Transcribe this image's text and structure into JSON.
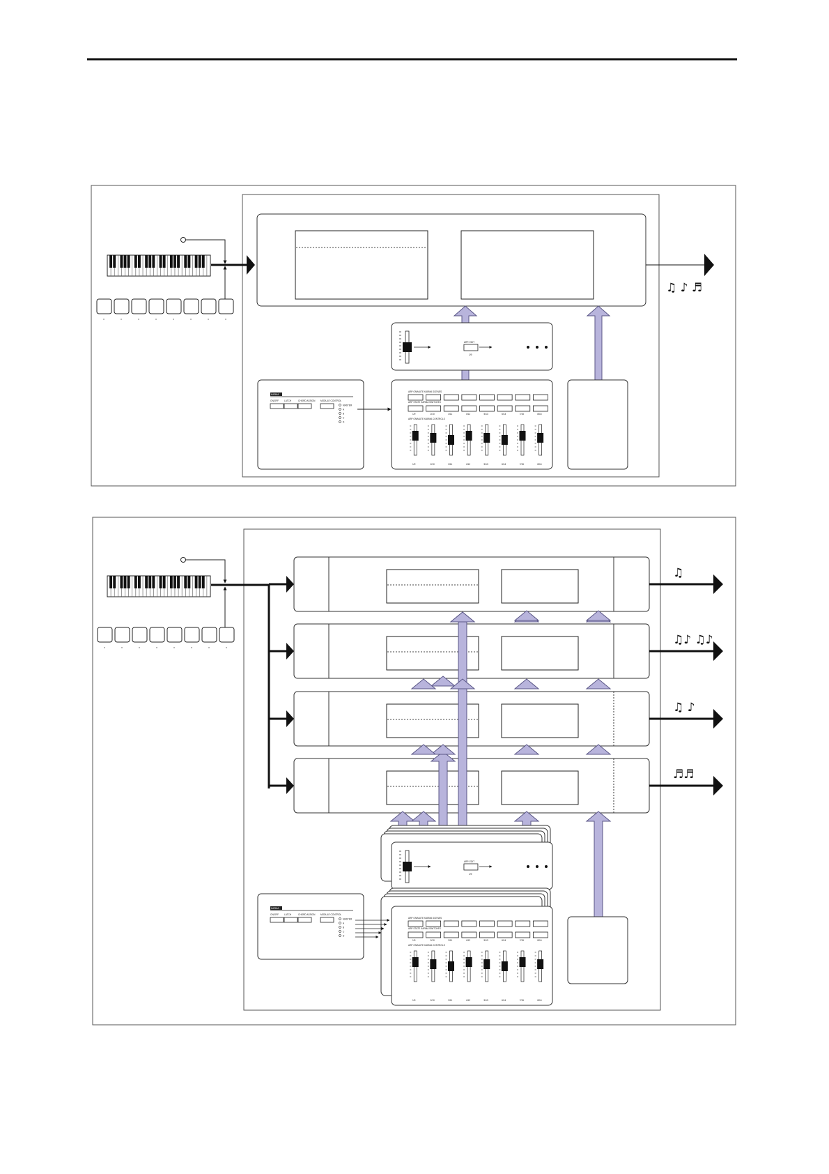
{
  "page": {
    "title": "",
    "caption": ""
  },
  "panel_labels": {
    "arp_mute_row": "ARP ON/MUTE  KARMA SCENES",
    "arp_solo_row": "ARP STATE  KARMA SWITCHES",
    "slider_row": "ARP ON/MUTE  KARMA CONTROLS",
    "rt_label": "ARP. EDIT",
    "control_header": "KARMA",
    "control_buttons": [
      "ON/OFF",
      "LATCH",
      "CHORD ASSIGN",
      "MODULE CONTROL"
    ],
    "module_leds": [
      "MASTER",
      "A",
      "B",
      "C",
      "D"
    ],
    "slot_labels": [
      "1/9",
      "2/10",
      "3/11",
      "4/12",
      "5/13",
      "6/14",
      "7/15",
      "8/16"
    ]
  },
  "note_glyphs": {
    "single_mode_output": "♫ ♪ ♬",
    "module_outputs": [
      "♫",
      "♫♪ ♫♪",
      "♫ ♪",
      "♬♬"
    ]
  },
  "colors": {
    "line": "#1a1a1a",
    "frame": "#555555",
    "arrow_fill": "#b8b4dc",
    "arrow_stroke": "#5a5686"
  },
  "structure": {
    "diagrams": 2,
    "diagram_1_modules": 1,
    "diagram_2_modules": 4,
    "footswitch_keys": 8,
    "sliders_per_panel": 8,
    "buttons_per_row": 8
  }
}
